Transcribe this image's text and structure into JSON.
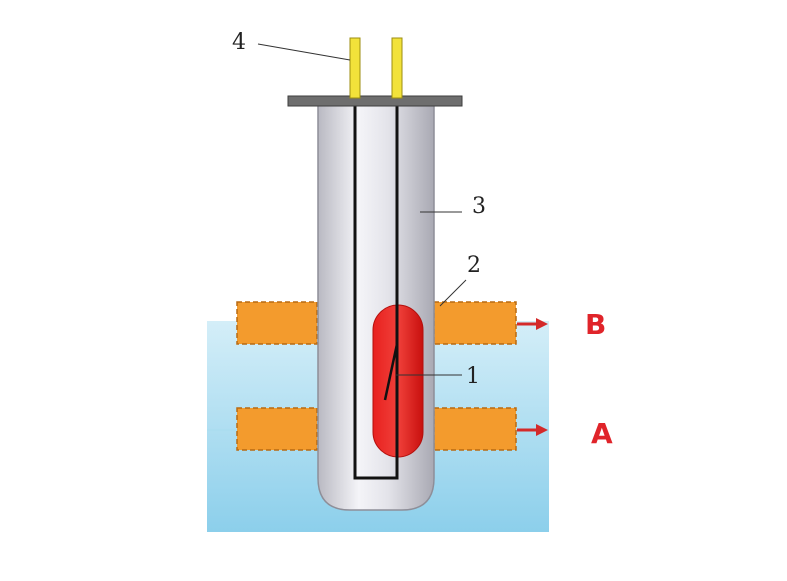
{
  "labels": {
    "one": "1",
    "two": "2",
    "three": "3",
    "four": "4",
    "point_a": "A",
    "point_b": "B"
  },
  "colors": {
    "water_top": "#c9eaf6",
    "water_bottom": "#8fd0ec",
    "electrode_block": "#f39b2d",
    "electrode_edge": "#b86a12",
    "heater": "#e8211f",
    "wire": "#111111",
    "terminal": "#f2e23a",
    "flange": "#6e6e6e",
    "tube": "#d9d9df",
    "arrow": "#d42a2a",
    "letter": "#e0242a"
  }
}
